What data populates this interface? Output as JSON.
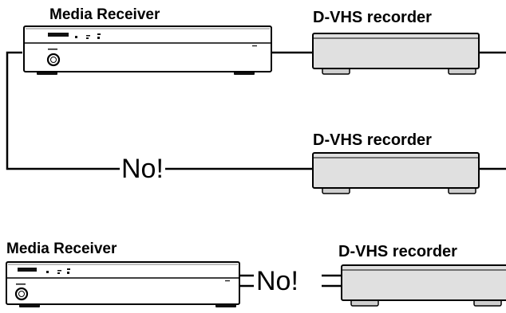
{
  "diagram": {
    "top": {
      "receiver_label": "Media Receiver",
      "recorder_label_1": "D-VHS recorder",
      "recorder_label_2": "D-VHS recorder",
      "warning": "No!"
    },
    "bottom": {
      "receiver_label": "Media Receiver",
      "recorder_label": "D-VHS recorder",
      "warning": "No!"
    }
  },
  "colors": {
    "line": "#000000",
    "device_fill": "#e0e0e0",
    "receiver_fill": "#ffffff"
  }
}
